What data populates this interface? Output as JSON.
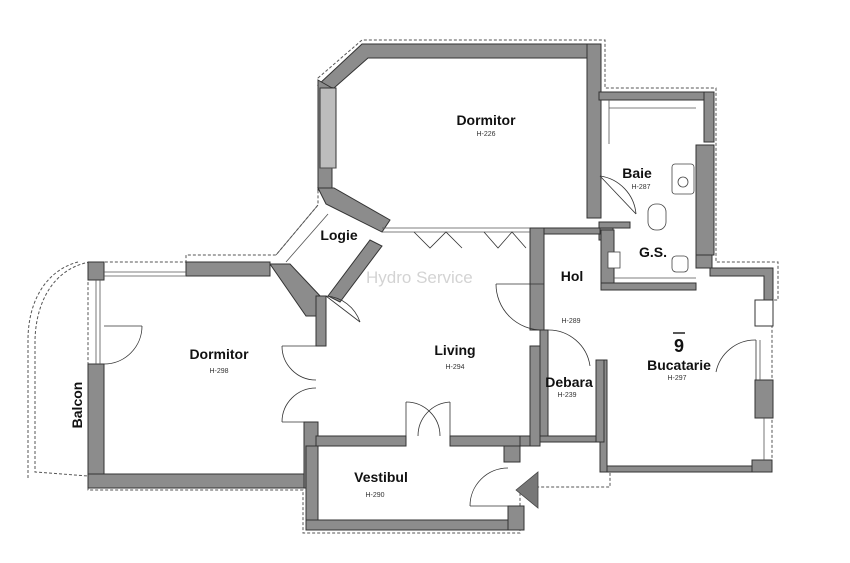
{
  "plan": {
    "watermark": "Hydro Service",
    "marker": "9",
    "rooms": [
      {
        "name": "Dormitor",
        "height": "H-226"
      },
      {
        "name": "Baie",
        "height": "H-287"
      },
      {
        "name": "Logie",
        "height": ""
      },
      {
        "name": "G.S.",
        "height": ""
      },
      {
        "name": "Hol",
        "height": "H-289"
      },
      {
        "name": "Dormitor",
        "height": "H-298"
      },
      {
        "name": "Living",
        "height": "H-294"
      },
      {
        "name": "Bucatarie",
        "height": "H-297"
      },
      {
        "name": "Debara",
        "height": "H-239"
      },
      {
        "name": "Vestibul",
        "height": "H-290"
      },
      {
        "name": "Balcon",
        "height": ""
      }
    ]
  }
}
